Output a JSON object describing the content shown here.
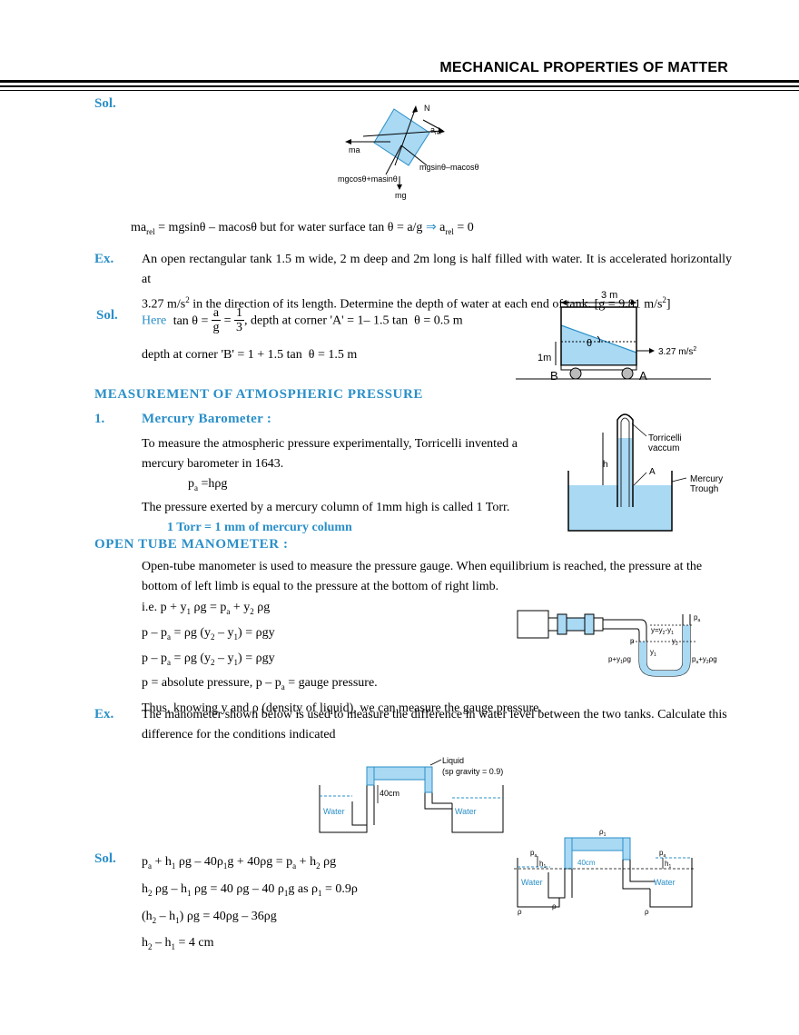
{
  "header": {
    "title": "MECHANICAL PROPERTIES OF MATTER"
  },
  "sol1": {
    "label": "Sol.",
    "fig": {
      "n": "N",
      "arel": "a",
      "arel_sub": "rel",
      "ma": "ma",
      "mgsin": "mgsinθ–macosθ",
      "mgcos": "mgcosθ+masinθ",
      "mg": "mg"
    },
    "eq_a": "ma",
    "eq_a_sub": "rel",
    "eq_b": " = mgsinθ – macosθ  but for water surface tan θ = a/g ",
    "arrow": "⇒",
    "eq_c": " a",
    "eq_c_sub": "rel",
    "eq_d": " = 0"
  },
  "ex1": {
    "label": "Ex.",
    "line1": "An open rectangular tank 1.5 m wide, 2 m deep and 2m long is half filled with water. It is accelerated horizontally at",
    "line2a": "3.27 m/s",
    "line2sup": "2",
    "line2b": " in the direction of its length. Determine the depth of water at each end of tank. [g = 9.81 m/s",
    "line2sup2": "2",
    "line2c": "]"
  },
  "sol2": {
    "label": "Sol.",
    "here": "Here",
    "tan": "tan θ =",
    "frac1_num": "a",
    "frac1_den": "g",
    "eqsign": "=",
    "frac2_num": "1",
    "frac2_den": "3",
    "depthA": ", depth at corner 'A' = 1– 1.5  tan",
    "theta": "θ",
    "depthA_val": " = 0.5 m",
    "depthB": "depth at corner 'B' = 1 + 1.5 tan",
    "depthB_val": " = 1.5 m",
    "fig": {
      "width": "3 m",
      "height": "1m",
      "theta": "θ",
      "accel": "3.27 m/s",
      "accel_sup": "2",
      "B": "B",
      "A": "A"
    }
  },
  "atm": {
    "heading": "MEASUREMENT OF ATMOSPHERIC PRESSURE",
    "num": "1.",
    "sub": "Mercury Barometer :",
    "p1": "To measure the atmospheric pressure experimentally, Torricelli invented a",
    "p2": "mercury barometer in 1643.",
    "eq1": "p",
    "eq1_sub": "a",
    "eq1b": " =hρg",
    "p3": "The pressure exerted by a mercury column of 1mm high is called 1 Torr.",
    "torr": "1 Torr = 1 mm of mercury column",
    "fig": {
      "torricelli": "Torricelli",
      "vaccum": "vaccum",
      "h": "h",
      "A": "A",
      "mercury": "Mercury",
      "trough": "Trough"
    }
  },
  "otm": {
    "heading": "OPEN TUBE MANOMETER :",
    "p1": "Open-tube manometer is used to measure the pressure gauge. When equilibrium is reached, the pressure at the",
    "p2": "bottom of left limb is equal to the pressure at the bottom of right limb.",
    "e1": "i.e. p + y",
    "e1s1": "1",
    "e1b": " ρg = p",
    "e1s2": "a",
    "e1c": " + y",
    "e1s3": "2",
    "e1d": " ρg",
    "e2": "p – p",
    "e2s1": "a",
    "e2b": " = ρg (y",
    "e2s2": "2",
    "e2c": " – y",
    "e2s3": "1",
    "e2d": ") = ρgy",
    "e4": "p = absolute pressure, p – p",
    "e4s": "a",
    "e4b": " = gauge pressure.",
    "e5": "Thus, knowing y and ρ (density of liquid), we can measure the gauge pressure.",
    "fig": {
      "pa": "p",
      "pa_sub": "a",
      "y": "y=y",
      "y_s1": "2",
      "y_mid": "-y",
      "y_s2": "1",
      "p": "p",
      "y1": "y",
      "y1_s": "1",
      "y2": "y",
      "y2_s": "2",
      "left": "p+y",
      "left_s": "1",
      "left_b": "ρg",
      "right": "p",
      "right_s": "a",
      "right_b": "+y",
      "right_s2": "2",
      "right_c": "ρg"
    }
  },
  "ex2": {
    "label": "Ex.",
    "p1": "The manometer shown below is used to measure the difference in water level between the two tanks. Calculate this",
    "p2": "difference for the conditions indicated",
    "fig": {
      "liquid": "Liquid",
      "spgr": "(sp gravity = 0.9)",
      "d": "40cm",
      "water1": "Water",
      "water2": "Water"
    }
  },
  "sol3": {
    "label": "Sol.",
    "l1": "p",
    "l1s1": "a",
    "l1b": " + h",
    "l1s2": "1",
    "l1c": " ρg – 40ρ",
    "l1s3": "1",
    "l1d": "g + 40ρg = p",
    "l1s4": "a",
    "l1e": " + h",
    "l1s5": "2",
    "l1f": " ρg",
    "l2": "h",
    "l2s1": "2",
    "l2b": " ρg – h",
    "l2s2": "1",
    "l2c": " ρg = 40 ρg – 40 ρ",
    "l2s3": "1",
    "l2d": "g  as ρ",
    "l2s4": "1",
    "l2e": " = 0.9ρ",
    "l3": "(h",
    "l3s1": "2",
    "l3b": " – h",
    "l3s2": "1",
    "l3c": ") ρg = 40ρg – 36ρg",
    "l4": "h",
    "l4s1": "2",
    "l4b": " – h",
    "l4s2": "1",
    "l4c": " = 4 cm",
    "fig": {
      "rho1": "ρ",
      "rho1_s": "1",
      "pa1": "p",
      "pa1_s": "a",
      "pa2": "p",
      "pa2_s": "a",
      "h1": "h",
      "h1_s": "1",
      "h2": "h",
      "h2_s": "1",
      "d": "40cm",
      "water1": "Water",
      "water2": "Water",
      "rho": "ρ"
    }
  }
}
